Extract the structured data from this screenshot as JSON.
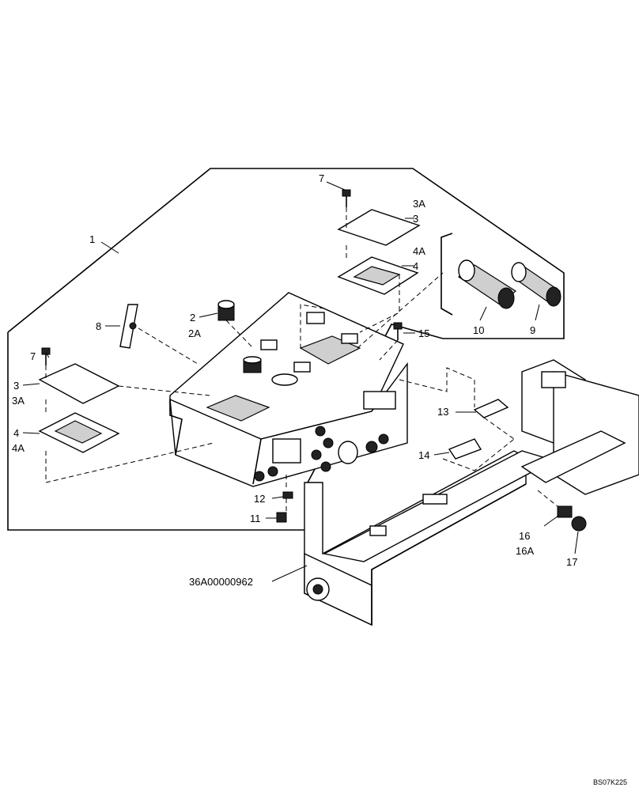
{
  "labels": {
    "l1": "1",
    "l2": "2",
    "l2a": "2A",
    "l3_top": "3",
    "l3a_top": "3A",
    "l4_top": "4",
    "l4a_top": "4A",
    "l3_left": "3",
    "l3a_left": "3A",
    "l4_left": "4",
    "l4a_left": "4A",
    "l7_top": "7",
    "l7_left": "7",
    "l8": "8",
    "l9": "9",
    "l10": "10",
    "l11": "11",
    "l12": "12",
    "l13": "13",
    "l14": "14",
    "l15": "15",
    "l16": "16",
    "l16a": "16A",
    "l17": "17",
    "assembly": "36A00000962",
    "ref": "BS07K225"
  }
}
